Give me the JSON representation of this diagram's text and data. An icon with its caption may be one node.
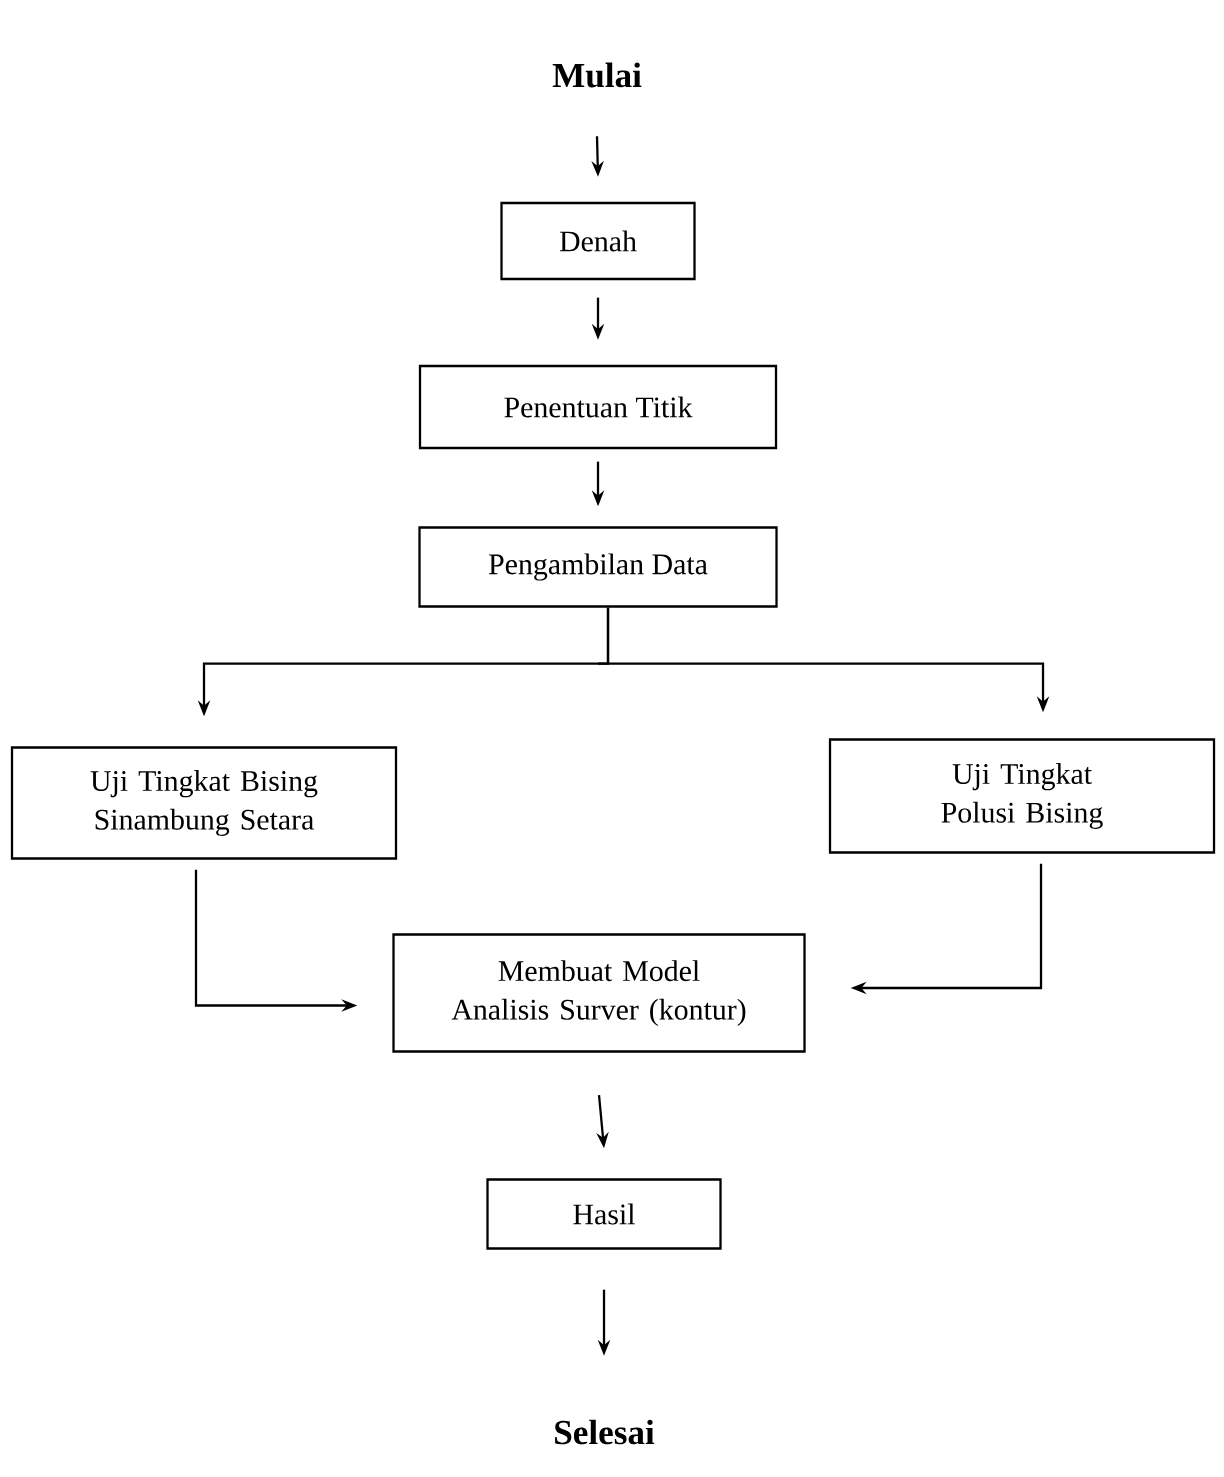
{
  "diagram": {
    "nodes": [
      {
        "text": [
          "Mulai"
        ]
      },
      {
        "text": [
          "Denah"
        ]
      },
      {
        "text": [
          "Penentuan Titik"
        ]
      },
      {
        "text": [
          "Pengambilan Data"
        ]
      },
      {
        "text": [
          "Uji Tingkat Bising Sinambung Setara"
        ]
      },
      {
        "text": [
          "Uji Tingkat Polusi Bising"
        ]
      },
      {
        "text": [
          "Membuat Model Analisis Surver (kontur)"
        ]
      },
      {
        "text": [
          "Hasil"
        ]
      },
      {
        "text": [
          "Selesai"
        ]
      }
    ],
    "edges": [
      {
        "from": 0,
        "to": 1,
        "arrow": "to"
      },
      {
        "from": 1,
        "to": 2,
        "arrow": "to"
      },
      {
        "from": 2,
        "to": 3,
        "arrow": "to"
      },
      {
        "from": 3,
        "to": 4,
        "arrow": "to"
      },
      {
        "from": 3,
        "to": 5,
        "arrow": "to"
      },
      {
        "from": 4,
        "to": 6,
        "arrow": "to"
      },
      {
        "from": 5,
        "to": 6,
        "arrow": "to"
      },
      {
        "from": 6,
        "to": 7,
        "arrow": "to"
      },
      {
        "from": 7,
        "to": 8,
        "arrow": "to"
      }
    ]
  }
}
